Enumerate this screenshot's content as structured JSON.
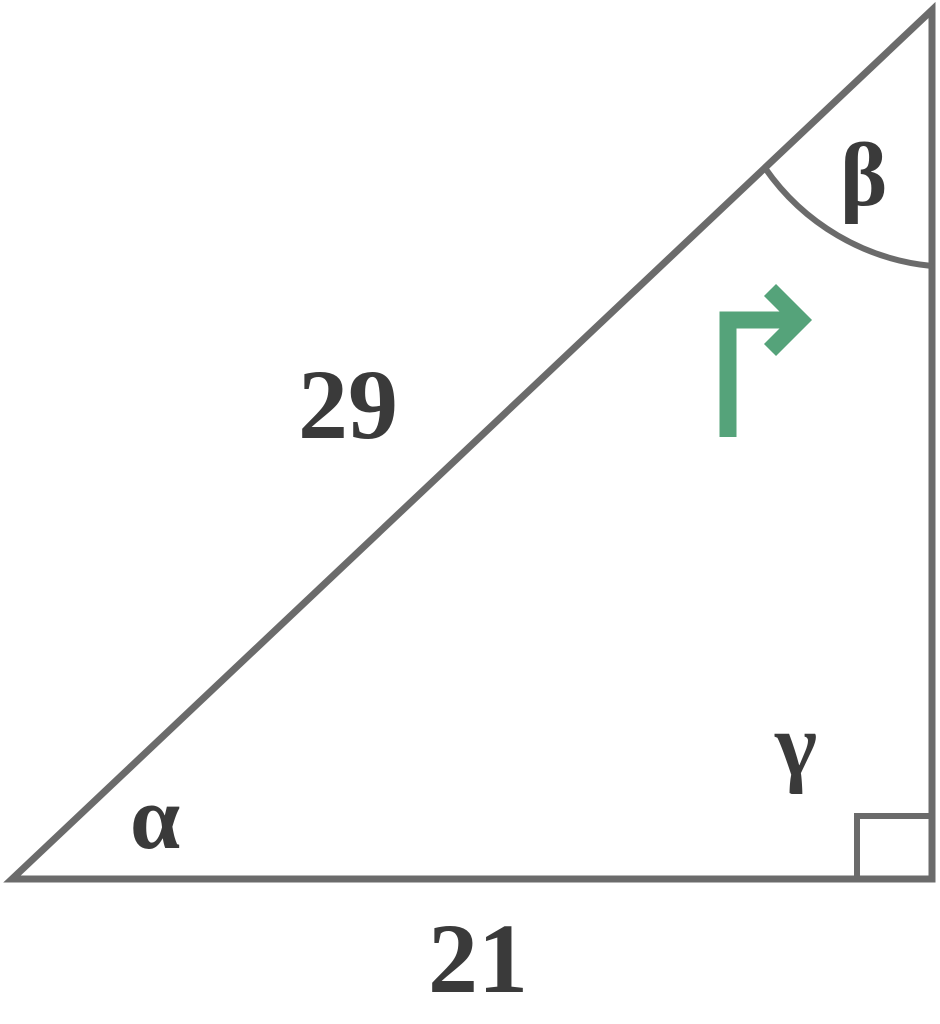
{
  "colors": {
    "stroke": "#6b6b6b",
    "text": "#3a3a3a",
    "accent": "#55a37a",
    "background": "#ffffff"
  },
  "labels": {
    "hypotenuse": "29",
    "base": "21",
    "angle_alpha": "α",
    "angle_beta": "β",
    "angle_gamma": "γ"
  },
  "icons": {
    "direction_marker": "turn-right-arrow-icon",
    "right_angle_marker": "right-angle-square-icon"
  }
}
